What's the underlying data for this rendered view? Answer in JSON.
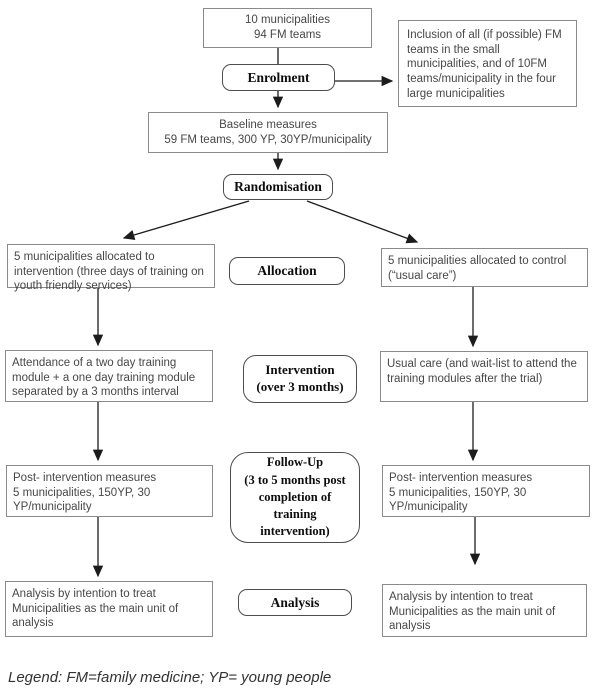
{
  "flowchart": {
    "nodes": {
      "population": {
        "line1": "10 municipalities",
        "line2": "94 FM teams"
      },
      "inclusion_note": {
        "text": "Inclusion of all (if possible) FM teams in the small municipalities, and of 10FM teams/municipality in the four large municipalities"
      },
      "enrolment_stage": {
        "label": "Enrolment"
      },
      "baseline": {
        "line1": "Baseline measures",
        "line2": "59 FM teams, 300 YP, 30YP/municipality"
      },
      "randomisation_stage": {
        "label": "Randomisation"
      },
      "allocation_left": {
        "text": "5 municipalities allocated to intervention (three days of training on youth friendly services)"
      },
      "allocation_stage": {
        "label": "Allocation"
      },
      "allocation_right": {
        "text": "5 municipalities allocated to control (“usual care”)"
      },
      "intervention_left": {
        "text": "Attendance of a two day training module + a one day training module separated by a 3 months interval"
      },
      "intervention_stage": {
        "line1": "Intervention",
        "line2": "(over 3 months)"
      },
      "intervention_right": {
        "text": "Usual care (and wait-list to attend the training modules after the trial)"
      },
      "followup_left": {
        "line1": "Post- intervention measures",
        "line2": "5 municipalities, 150YP, 30 YP/municipality"
      },
      "followup_stage": {
        "lines": [
          "Follow-Up",
          "(3 to 5 months post",
          "completion of",
          "training",
          "intervention)"
        ]
      },
      "followup_right": {
        "line1": "Post- intervention measures",
        "line2": "5 municipalities, 150YP, 30 YP/municipality"
      },
      "analysis_left": {
        "line1": "Analysis by intention to treat",
        "line2": "Municipalities as the main unit of analysis"
      },
      "analysis_stage": {
        "label": "Analysis"
      },
      "analysis_right": {
        "line1": "Analysis by intention to treat",
        "line2": "Municipalities as the main unit of analysis"
      }
    },
    "legend": "Legend: FM=family medicine; YP= young people",
    "colors": {
      "box_border": "#8a8a8a",
      "stage_border": "#4d4d4d",
      "arrow": "#1c1c1c",
      "text": "#474747",
      "background": "#ffffff"
    }
  }
}
